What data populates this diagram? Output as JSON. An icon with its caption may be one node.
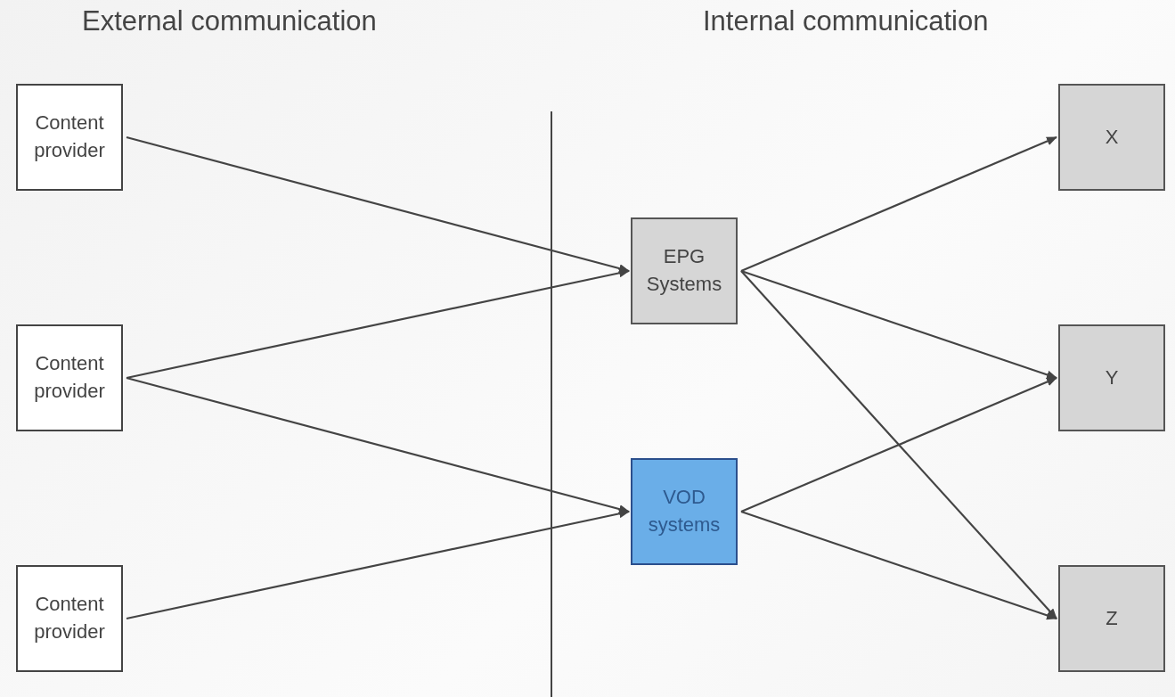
{
  "diagram": {
    "nodes": [
      {
        "text": [
          "Content provider"
        ]
      },
      {
        "text": [
          "Content provider"
        ]
      },
      {
        "text": [
          "Content provider"
        ]
      },
      {
        "text": [
          "EPG Systems"
        ]
      },
      {
        "text": [
          "VOD systems"
        ]
      },
      {
        "text": [
          "X"
        ]
      },
      {
        "text": [
          "Y"
        ]
      },
      {
        "text": [
          "Z"
        ]
      }
    ],
    "edges": [
      {
        "from": 0,
        "to": 3,
        "arrow": "to"
      },
      {
        "from": 1,
        "to": 3,
        "arrow": "to"
      },
      {
        "from": 1,
        "to": 4,
        "arrow": "to"
      },
      {
        "from": 2,
        "to": 4,
        "arrow": "to"
      },
      {
        "from": 3,
        "to": 5,
        "arrow": "to"
      },
      {
        "from": 3,
        "to": 6,
        "arrow": "to"
      },
      {
        "from": 3,
        "to": 7,
        "arrow": "to"
      },
      {
        "from": 4,
        "to": 6,
        "arrow": "to"
      },
      {
        "from": 4,
        "to": 7,
        "arrow": "to"
      }
    ],
    "labels": [
      "External communication",
      "Internal communication"
    ]
  }
}
